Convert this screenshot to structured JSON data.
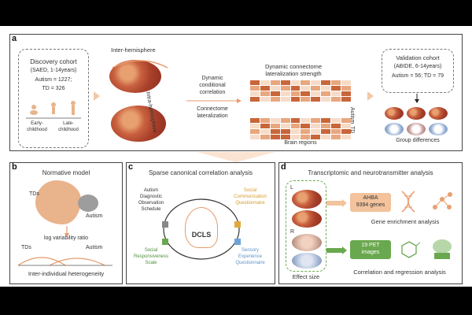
{
  "panel_a": {
    "label": "a",
    "discovery": {
      "title": "Discovery cohort",
      "subtitle": "(SAED, 1-14years)",
      "autism": "Autism = 1227;",
      "td": "TD = 326",
      "early": "Early-",
      "early2": "childhood",
      "late": "Late-",
      "late2": "childhood"
    },
    "inter_hemisphere": "Inter-hemisphere",
    "intra_hemisphere": "Intra-hemisphere",
    "dyn1": "Dynamic",
    "dyn2": "conditional",
    "dyn3": "correlation",
    "cl1": "Connectome",
    "cl2": "lateralization",
    "dcls1": "Dynamic connectome",
    "dcls2": "lateralization strength",
    "autism_side": "Autism",
    "td_side": "TD",
    "brain_regions": "Brain regions",
    "validation": {
      "title": "Validation cohort",
      "subtitle": "(ABIDE, 6-14years)",
      "counts": "Autism = 56; TD = 79"
    },
    "group_diff": "Group differences"
  },
  "panel_b": {
    "label": "b",
    "title": "Normative model",
    "tds": "TDs",
    "autism": "Autism",
    "lvr": "log variability ratio",
    "tds2": "TDs",
    "autism2": "Autism",
    "hetero": "Inter-individual heterogeneity"
  },
  "panel_c": {
    "label": "c",
    "title": "Sparse canonical correlation analysis",
    "ados1": "Autism",
    "ados2": "Diagnostic",
    "ados3": "Observation",
    "ados4": "Schedule",
    "scq1": "Social",
    "scq2": "Communication",
    "scq3": "Questionnaire",
    "srs1": "Social",
    "srs2": "Responsiveness",
    "srs3": "Scale",
    "seq1": "Sensory",
    "seq2": "Experience",
    "seq3": "Questionnaire",
    "center": "DCLS"
  },
  "panel_d": {
    "label": "d",
    "title": "Transcriptomic and neurotransmitter analysis",
    "l": "L",
    "r": "R",
    "ahba1": "AHBA",
    "ahba2": "9394 genes",
    "gene_enrich": "Gene enrichment analysis",
    "pet1": "19 PET",
    "pet2": "images",
    "corr": "Correlation and regression analysis",
    "effect": "Effect size"
  },
  "colors": {
    "heat_dark": "#c8663a",
    "heat_mid": "#e8a77e",
    "heat_light": "#f6dcc8",
    "orange_box": "#f2c39c",
    "green_box": "#6aa84f",
    "purple": "#6b5a9e"
  }
}
